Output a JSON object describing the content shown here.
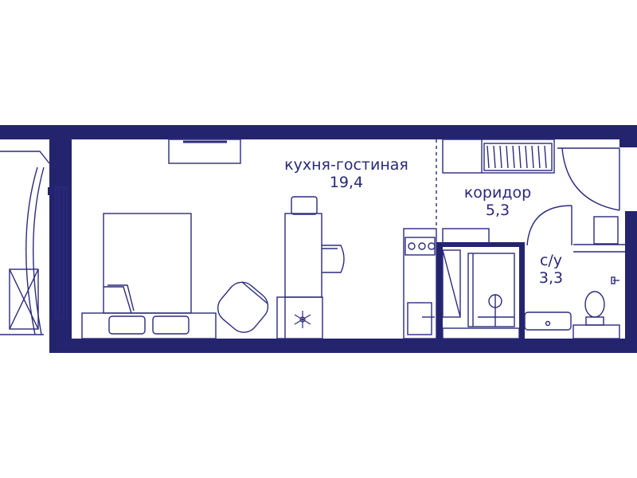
{
  "colors": {
    "wall": "#24246e",
    "line": "#2b2b7e",
    "bg": "#ffffff"
  },
  "rooms": {
    "living": {
      "name": "кухня-гостиная",
      "area": "19,4"
    },
    "corridor": {
      "name": "коридор",
      "area": "5,3"
    },
    "bathroom": {
      "name": "с/у",
      "area": "3,3"
    }
  },
  "icons": [
    "bed-icon",
    "armchair-icon",
    "dining-table-icon",
    "kitchen-unit-icon",
    "snowflake-icon",
    "stove-icon",
    "wardrobe-icon",
    "shower-icon",
    "washbasin-icon",
    "toilet-icon",
    "door-icon",
    "window-icon"
  ]
}
